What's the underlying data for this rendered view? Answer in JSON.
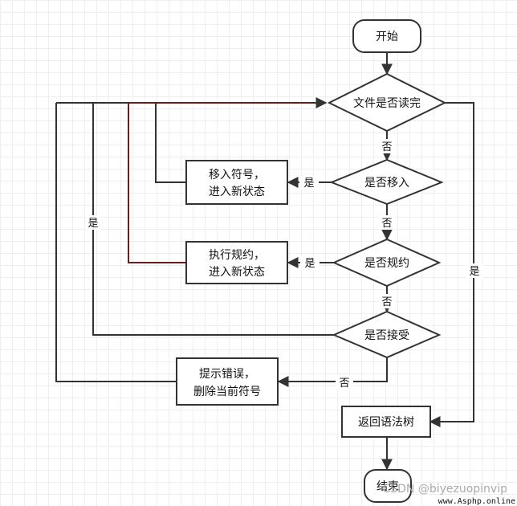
{
  "nodes": {
    "start": "开始",
    "file_done": "文件是否读完",
    "shift_q": "是否移入",
    "shift_box": [
      "移入符号，",
      "进入新状态"
    ],
    "reduce_q": "是否规约",
    "reduce_box": [
      "执行规约，",
      "进入新状态"
    ],
    "accept_q": "是否接受",
    "error_box": [
      "提示错误，",
      "删除当前符号"
    ],
    "return_tree": "返回语法树",
    "end": "结束"
  },
  "edge_labels": {
    "file_no": "否",
    "shift_yes": "是",
    "shift_no": "否",
    "reduce_yes": "是",
    "reduce_no": "否",
    "accept_yes": "是",
    "accept_no": "否",
    "file_yes": "是"
  },
  "watermark": {
    "csdn": "CSDN @biyezuopinvip",
    "site": "www.Asphp.online"
  },
  "colors": {
    "line": "#333333",
    "highlight": "#6b1e1e",
    "grid": "#eeeeee"
  }
}
